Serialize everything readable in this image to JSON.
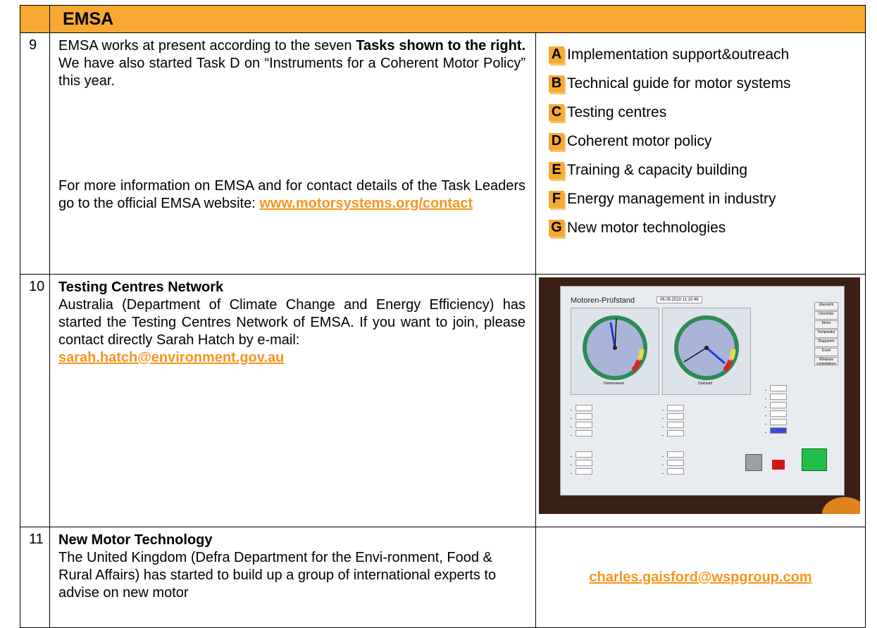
{
  "header": {
    "title": "EMSA"
  },
  "row9": {
    "number": "9",
    "para1_start": "EMSA works at present according to the seven ",
    "para1_bold": "Tasks shown to the right.",
    "para1_end": " We have also started Task D on “Instruments for a Coherent Motor Policy” this year.",
    "para2": "For more information on EMSA and for contact details of the Task Leaders go to the official EMSA website: ",
    "link": "www.motorsystems.org/contact",
    "tasks": [
      {
        "letter": "A",
        "label": "Implementation support&outreach"
      },
      {
        "letter": "B",
        "label": "Technical guide for motor systems"
      },
      {
        "letter": "C",
        "label": "Testing centres"
      },
      {
        "letter": "D",
        "label": "Coherent motor policy"
      },
      {
        "letter": "E",
        "label": "Training & capacity building"
      },
      {
        "letter": "F",
        "label": "Energy management in industry"
      },
      {
        "letter": "G",
        "label": "New motor technologies"
      }
    ]
  },
  "row10": {
    "number": "10",
    "heading": "Testing Centres Network",
    "body": "Australia (Department of Climate Change and Energy Efficiency) has started the Testing Centres Network of EMSA. If you want to join, please contact directly Sarah Hatch by e-mail:",
    "email": "sarah.hatch@environment.gov.au",
    "photo": {
      "screen_title": "Motoren-Prüfstand",
      "screen_date": "06.05.2010 11:10:46",
      "gauge_left": "Drehmoment",
      "gauge_right": "Drehzahl",
      "buttons": [
        "Übersicht",
        "Umrichter",
        "Motor",
        "Temperatur",
        "Diagramm",
        "Excel",
        "Windows runterfahren"
      ]
    }
  },
  "row11": {
    "number": "11",
    "heading": "New Motor Technology",
    "body": "The United Kingdom (Defra Department for the Envi-ronment, Food & Rural Affairs) has started to build up a group of international experts to advise on new motor",
    "email": "charles.gaisford@wspgroup.com"
  },
  "colors": {
    "accent": "#f7a933",
    "link": "#f7941d"
  }
}
